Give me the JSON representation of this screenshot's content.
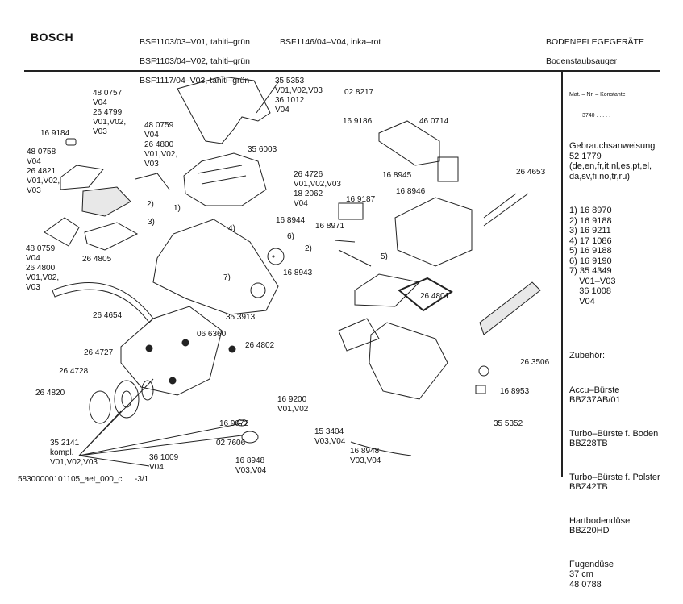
{
  "header": {
    "brand": "BOSCH",
    "models_col1": [
      "BSF1103/03–V01, tahiti–grün",
      "BSF1103/04–V02, tahiti–grün",
      "BSF1117/04–V03, tahiti–grün"
    ],
    "models_col2": [
      "BSF1146/04–V04, inka–rot"
    ],
    "category": "BODENPFLEGEGERÄTE",
    "subcategory": "Bodenstaubsauger"
  },
  "diagram_labels": [
    "16 9184",
    "48 0757\nV04\n26 4799\nV01,V02,\nV03",
    "48 0759\nV04\n26 4800\nV01,V02,\nV03",
    "48 0758\nV04\n26 4821\nV01,V02,\nV03",
    "48 0759\nV04\n26 4800\nV01,V02,\nV03",
    "26 4805",
    "2)",
    "1)",
    "3)",
    "4)",
    "35 5353\nV01,V02,V03\n36 1012\nV04",
    "02 8217",
    "16 9186",
    "46 0714",
    "35 6003",
    "26 4726\nV01,V02,V03\n18 2062\nV04",
    "16 8945",
    "16 8946",
    "26 4653",
    "16 9187",
    "16 8944",
    "16 8971",
    "6)",
    "2)",
    "5)",
    "16 8943",
    "7)",
    "26 4801",
    "26 4654",
    "35 3913",
    "06 6360",
    "26 4802",
    "26 4727",
    "26 4728",
    "26 4820",
    "26 3506",
    "16 8953",
    "16 9200\nV01,V02",
    "35 5352",
    "16 9072",
    "35 2141\nkompl.\nV01,V02,V03",
    "02 7606",
    "15 3404\nV03,V04",
    "36 1009\nV04",
    "16 8948\nV03,V04",
    "16 8948\nV03,V04"
  ],
  "sidebar": {
    "mat_nr_title": "Mat. – Nr. – Konstante",
    "mat_nr_value": "3740 . . . . .",
    "manual": "Gebrauchsanweisung\n52 1779\n(de,en,fr,it,nl,es,pt,el,\nda,sv,fi,no,tr,ru)",
    "parts_list": "1) 16 8970\n2) 16 9188\n3) 16 9211\n4) 17 1086\n5) 16 9188\n6) 16 9190\n7) 35 4349\n    V01–V03\n    36 1008\n    V04",
    "accessories_title": "Zubehör:",
    "accessories": [
      "Accu–Bürste\nBBZ37AB/01",
      "Turbo–Bürste f. Boden\nBBZ28TB",
      "Turbo–Bürste f. Polster\nBBZ42TB",
      "Hartbodendüse\nBBZ20HD",
      "Fugendüse\n37 cm\n48 0788"
    ]
  },
  "footer": {
    "doc_id": "58300000101105_aet_000_c",
    "page": "-3/1"
  }
}
